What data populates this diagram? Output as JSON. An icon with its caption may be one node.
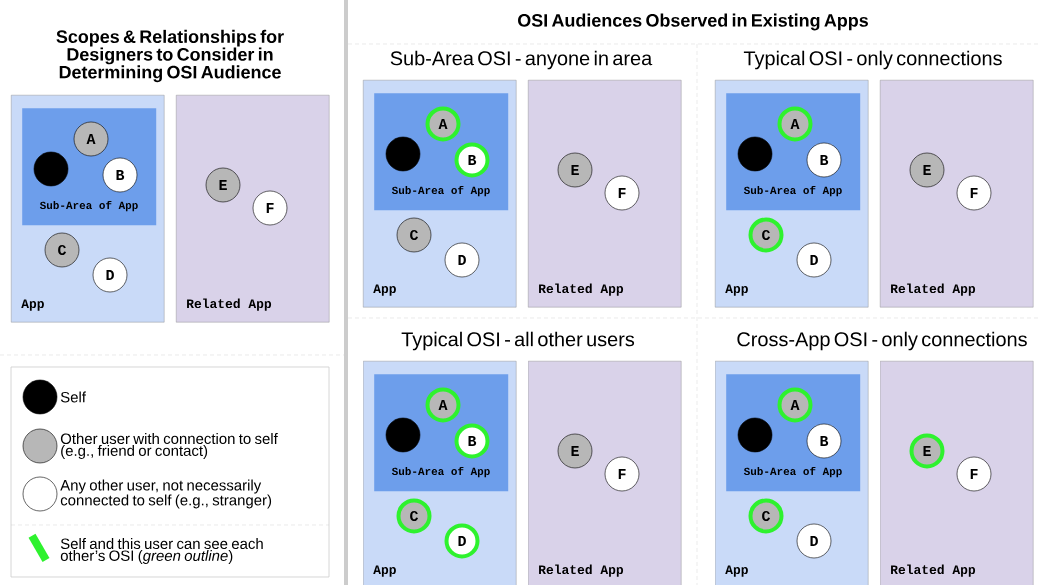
{
  "diagram": {
    "nodes": [
      {
        "text": [
          "App"
        ]
      },
      {
        "text": [
          "Sub-Area of App"
        ],
        "in": 0
      },
      {
        "text": [],
        "shape": "circle",
        "in": 1
      },
      {
        "text": [
          "A"
        ],
        "in": 1
      },
      {
        "text": [
          "B"
        ],
        "in": 1
      },
      {
        "text": [
          "C"
        ],
        "in": 0
      },
      {
        "text": [
          "D"
        ],
        "in": 0
      },
      {
        "text": [
          "Related App"
        ]
      },
      {
        "text": [
          "E"
        ],
        "in": 7
      },
      {
        "text": [
          "F"
        ],
        "in": 7
      },
      {
        "text": [
          "App"
        ]
      },
      {
        "text": [
          "Sub-Area of App"
        ],
        "in": 10
      },
      {
        "text": [],
        "shape": "circle",
        "in": 11
      },
      {
        "text": [
          "A"
        ],
        "in": 11
      },
      {
        "text": [
          "B"
        ],
        "in": 11
      },
      {
        "text": [
          "C"
        ],
        "in": 10
      },
      {
        "text": [
          "D"
        ],
        "in": 10
      },
      {
        "text": [
          "Related App"
        ]
      },
      {
        "text": [
          "E"
        ],
        "in": 17
      },
      {
        "text": [
          "F"
        ],
        "in": 17
      },
      {
        "text": [
          "App"
        ]
      },
      {
        "text": [
          "Sub-Area of App"
        ],
        "in": 20
      },
      {
        "text": [],
        "shape": "circle",
        "in": 21
      },
      {
        "text": [
          "A"
        ],
        "in": 21
      },
      {
        "text": [
          "B"
        ],
        "in": 21
      },
      {
        "text": [
          "C"
        ],
        "in": 20
      },
      {
        "text": [
          "D"
        ],
        "in": 20
      },
      {
        "text": [
          "Related App"
        ]
      },
      {
        "text": [
          "E"
        ],
        "in": 27
      },
      {
        "text": [
          "F"
        ],
        "in": 27
      },
      {
        "text": [
          "App"
        ]
      },
      {
        "text": [
          "Sub-Area of App"
        ],
        "in": 30
      },
      {
        "text": [],
        "shape": "circle",
        "in": 31
      },
      {
        "text": [
          "A"
        ],
        "in": 31
      },
      {
        "text": [
          "B"
        ],
        "in": 31
      },
      {
        "text": [
          "C"
        ],
        "in": 30
      },
      {
        "text": [
          "D"
        ],
        "in": 30
      },
      {
        "text": [
          "Related App"
        ]
      },
      {
        "text": [
          "E"
        ],
        "in": 37
      },
      {
        "text": [
          "F"
        ],
        "in": 37
      },
      {
        "text": [
          "App"
        ]
      },
      {
        "text": [
          "Sub-Area of App"
        ],
        "in": 40
      },
      {
        "text": [],
        "shape": "circle",
        "in": 41
      },
      {
        "text": [
          "A"
        ],
        "in": 41
      },
      {
        "text": [
          "B"
        ],
        "in": 41
      },
      {
        "text": [
          "C"
        ],
        "in": 40
      },
      {
        "text": [
          "D"
        ],
        "in": 40
      },
      {
        "text": [
          "Related App"
        ]
      },
      {
        "text": [
          "E"
        ],
        "in": 47
      },
      {
        "text": [
          "F"
        ],
        "in": 47
      }
    ],
    "labels": [
      "Scopes & Relationships for Designers to Consider in Determining OSI Audience",
      "OSI Audiences Observed in Existing Apps",
      "Sub-Area OSI - anyone in area",
      "Typical OSI - only connections",
      "Typical OSI - all other users",
      "Cross-App OSI - only connections"
    ],
    "legend": [
      {
        "text": "Self",
        "color": "#000000"
      },
      {
        "text": "Other user with connection to self (e.g., friend or contact)",
        "color": "#b7b7b7"
      },
      {
        "text": "Any other user, not necessarily connected to self (e.g., stranger)"
      },
      {
        "text": "Self and this user can see each other’s OSI (*green outline*)",
        "color": "#2ef22e"
      }
    ]
  }
}
